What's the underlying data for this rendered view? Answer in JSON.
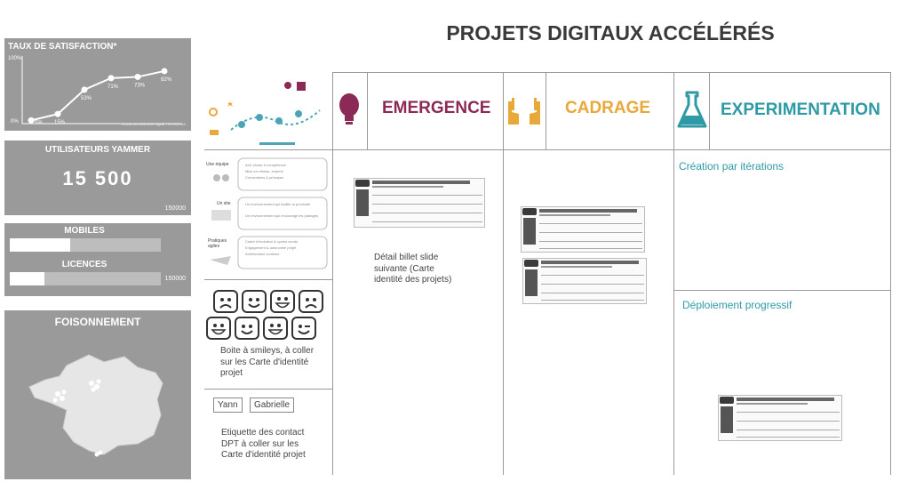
{
  "title": "PROJETS DIGITAUX ACCÉLÉRÉS",
  "satisfaction": {
    "title": "TAUX DE SATISFACTION*",
    "y_top": "100%",
    "y_bottom": "0%",
    "footnote": "* Extrait du baromètre digital TVS SOPRA",
    "chart_data": {
      "type": "line",
      "title": "TAUX DE SATISFACTION*",
      "x": [
        1,
        2,
        3,
        4,
        5,
        6
      ],
      "values": [
        5,
        15,
        53,
        71,
        73,
        82
      ],
      "labels": [
        "5%",
        "15%",
        "53%",
        "71%",
        "73%",
        "82%"
      ],
      "ylim": [
        0,
        100
      ]
    }
  },
  "yammer": {
    "title": "UTILISATEURS YAMMER",
    "value": "15 500",
    "max": "150000"
  },
  "mobiles": {
    "label": "MOBILES",
    "fill": 0.4
  },
  "licences": {
    "label": "LICENCES",
    "fill": 0.23,
    "max": "150000"
  },
  "foisonnement": {
    "title": "FOISONNEMENT"
  },
  "phases": {
    "emergence": {
      "label": "EMERGENCE",
      "color": "#8b2a55"
    },
    "cadrage": {
      "label": "CADRAGE",
      "color": "#e9a83a"
    },
    "experimentation": {
      "label": "EXPERIMENTATION",
      "color": "#2e9aa6"
    }
  },
  "notes": {
    "detail_billet": "Détail billet slide suivante (Carte identité des projets)",
    "boite_smileys": "Boite à smileys, à coller sur les Carte d'identité projet",
    "etiquette": "Etiquette des contact DPT à coller sur les Carte d'identité projet",
    "creation": "Création par itérations",
    "deploiement": "Déploiement progressif"
  },
  "tags": [
    "Yann",
    "Gabrielle"
  ],
  "process": {
    "items": [
      "Une équipe",
      "Un site",
      "Pratiques agiles"
    ],
    "lines": [
      "ALE pivote & compétence",
      "Mise en réseau, experts",
      "Conventions & principes",
      "Un environnement qui facilite la proximité",
      "Un environnement qui encourage les partages",
      "Cadre d'évolution & cycles courts",
      "Engagement & autonomie projet",
      "Amélioration continue"
    ]
  }
}
